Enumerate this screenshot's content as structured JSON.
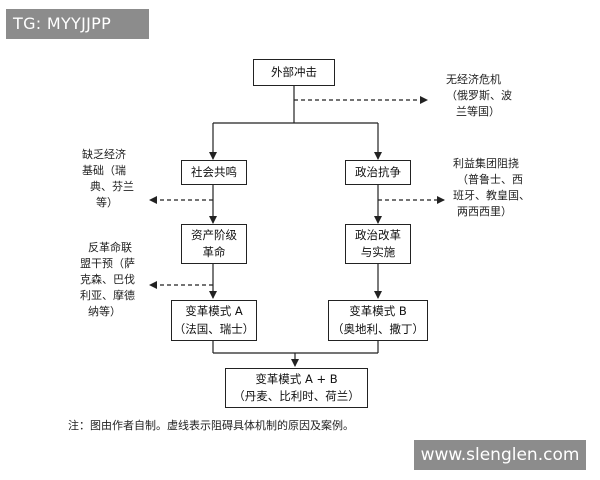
{
  "watermarks": {
    "top": "TG: MYYJJPP",
    "bottom": "www.slenglen.com"
  },
  "boxes": {
    "external_shock": "外部冲击",
    "social_resonance": "社会共鸣",
    "political_resistance": "政治抗争",
    "bourgeois_revolution": [
      "资产阶级",
      "革命"
    ],
    "political_reform": [
      "政治改革",
      "与实施"
    ],
    "mode_a": [
      "变革模式 A",
      "（法国、瑞士）"
    ],
    "mode_b": [
      "变革模式 B",
      "（奥地利、撒丁）"
    ],
    "mode_ab": [
      "变革模式 A + B",
      "（丹麦、比利时、荷兰）"
    ]
  },
  "notes": {
    "no_crisis": [
      "无经济危机",
      "（俄罗斯、波",
      "兰等国）"
    ],
    "lack_economic": [
      "缺乏经济",
      "基础（瑞",
      "典、芬兰",
      "等）"
    ],
    "interest_groups": [
      "利益集团阻挠",
      "（普鲁士、西",
      "班牙、教皇国、",
      "两西西里）"
    ],
    "counter_revolution": [
      "反革命联",
      "盟干预（萨",
      "克森、巴伐",
      "利亚、摩德",
      "纳等）"
    ]
  },
  "footnote": "注：图由作者自制。虚线表示阻碍具体机制的原因及案例。"
}
